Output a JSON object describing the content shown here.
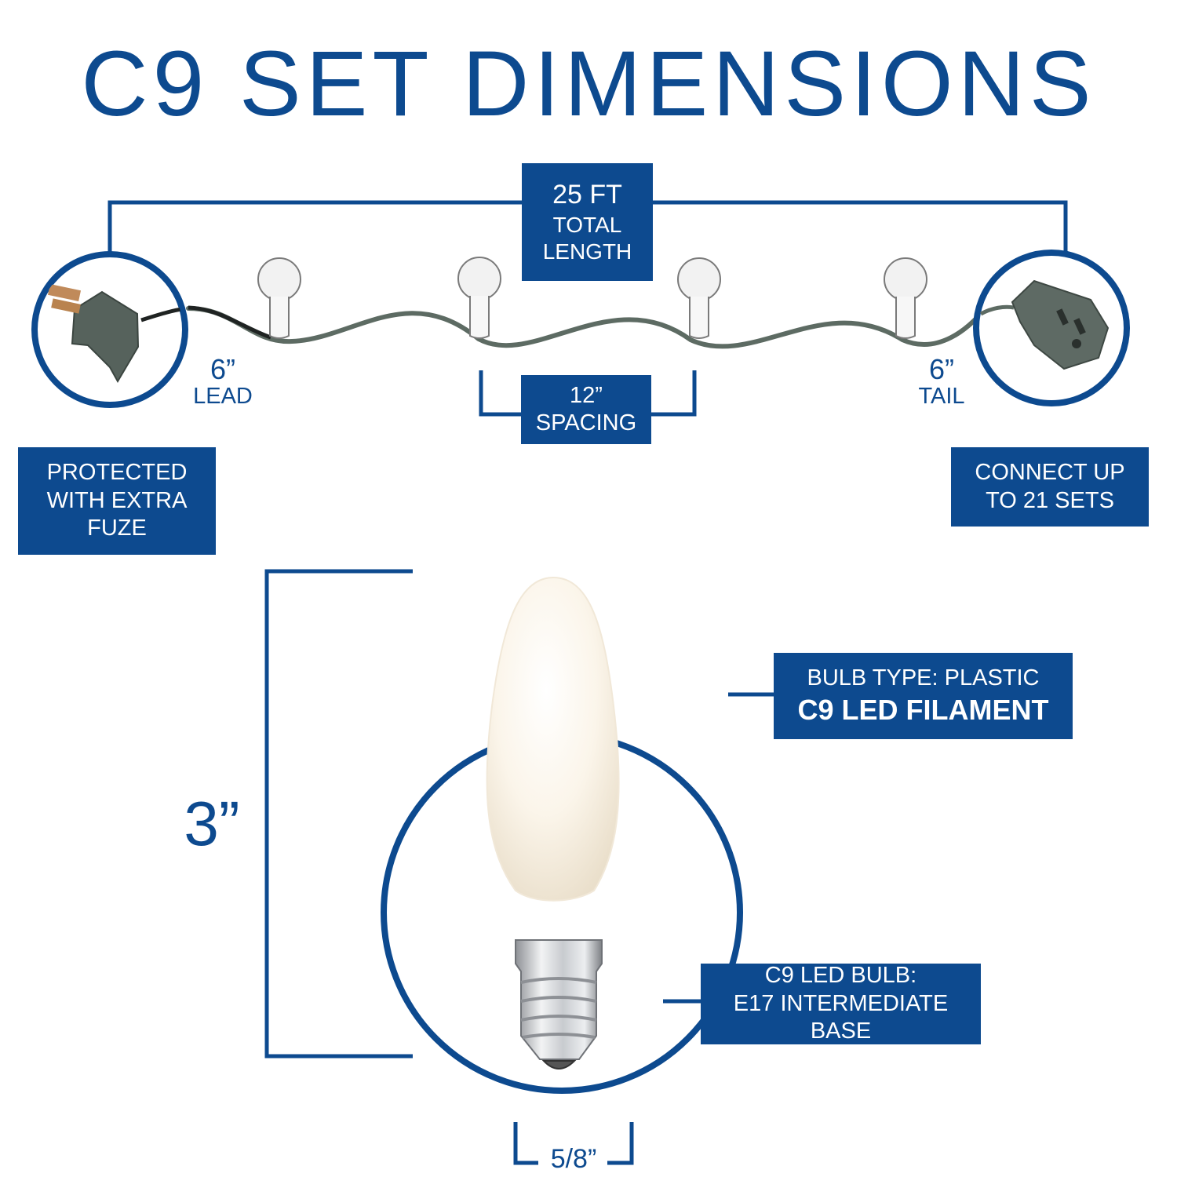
{
  "title": "C9 SET DIMENSIONS",
  "colors": {
    "accent": "#0d4a8f",
    "wire": "#5d6b63",
    "background": "#ffffff"
  },
  "total_length": {
    "value": "25 FT",
    "line1": "TOTAL",
    "line2": "LENGTH"
  },
  "lead": {
    "value": "6”",
    "label": "LEAD"
  },
  "tail": {
    "value": "6”",
    "label": "TAIL"
  },
  "spacing": {
    "value": "12”",
    "label": "SPACING"
  },
  "fuse_note": {
    "line1": "PROTECTED",
    "line2": "WITH EXTRA",
    "line3": "FUZE"
  },
  "connect_note": {
    "line1": "CONNECT UP",
    "line2": "TO 21 SETS"
  },
  "bulb_height": "3”",
  "bulb_width": "5/8”",
  "bulb_type": {
    "line1": "BULB TYPE: PLASTIC",
    "line2": "C9 LED FILAMENT"
  },
  "bulb_base": {
    "line1": "C9 LED BULB:",
    "line2": "E17 INTERMEDIATE BASE"
  },
  "icons": [
    "male-plug-icon",
    "socket-bulb-icon",
    "female-plug-icon",
    "c9-led-bulb-icon"
  ]
}
